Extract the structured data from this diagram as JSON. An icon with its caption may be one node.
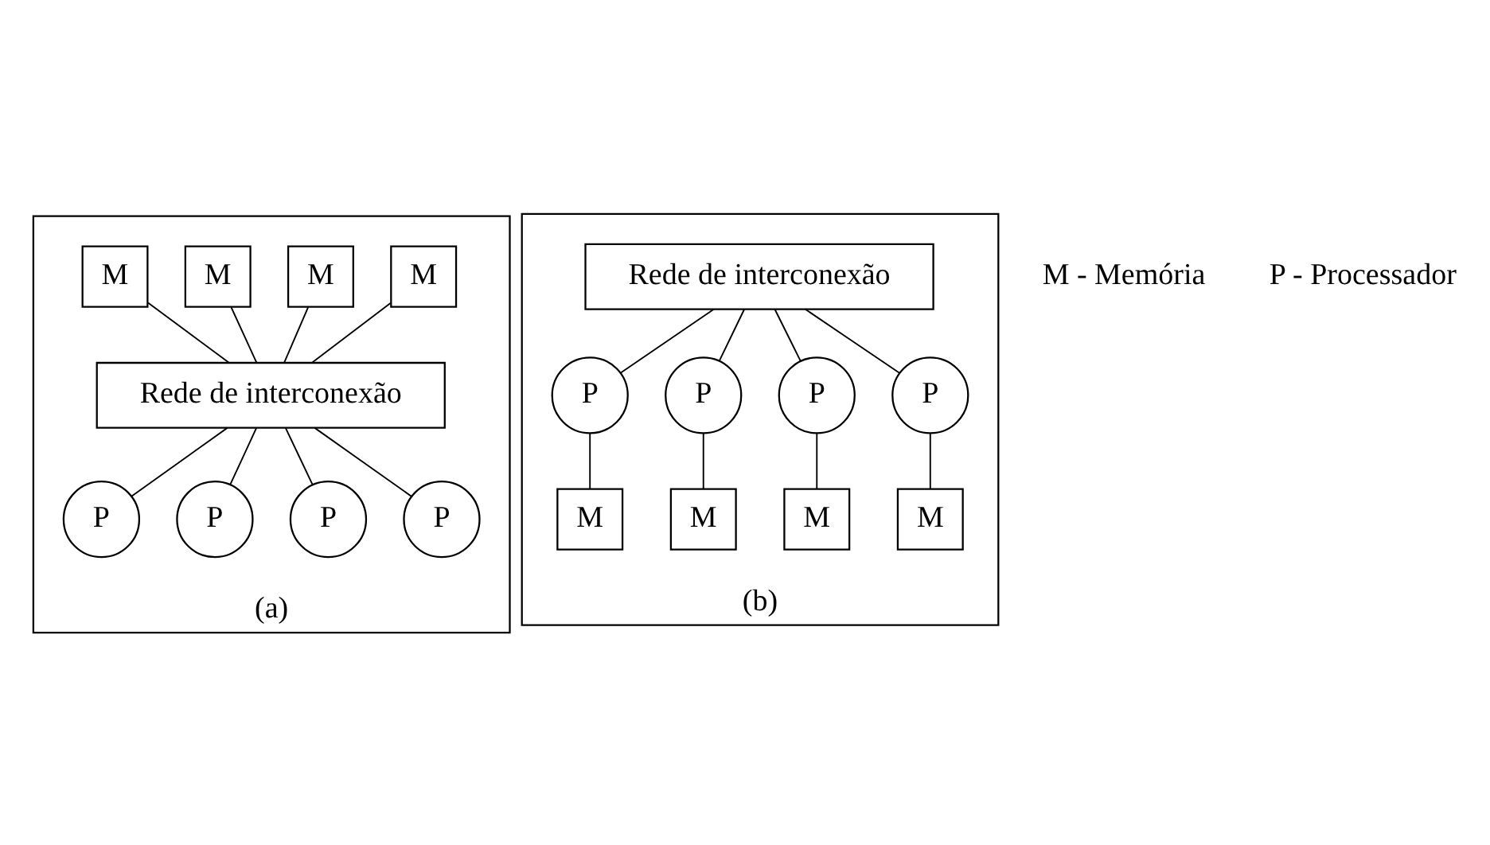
{
  "diagram": {
    "nodes": [
      {
        "text": [
          "(a)"
        ]
      },
      {
        "text": [
          "M"
        ],
        "in": 0
      },
      {
        "text": [
          "M"
        ],
        "in": 0
      },
      {
        "text": [
          "M"
        ],
        "in": 0
      },
      {
        "text": [
          "M"
        ],
        "in": 0
      },
      {
        "text": [
          "Rede de interconexão"
        ],
        "in": 0
      },
      {
        "text": [
          "P"
        ],
        "in": 0
      },
      {
        "text": [
          "P"
        ],
        "in": 0
      },
      {
        "text": [
          "P"
        ],
        "in": 0
      },
      {
        "text": [
          "P"
        ],
        "in": 0
      },
      {
        "text": [
          "(b)"
        ]
      },
      {
        "text": [
          "Rede de interconexão"
        ],
        "in": 10
      },
      {
        "text": [
          "P"
        ],
        "in": 10
      },
      {
        "text": [
          "P"
        ],
        "in": 10
      },
      {
        "text": [
          "P"
        ],
        "in": 10
      },
      {
        "text": [
          "P"
        ],
        "in": 10
      },
      {
        "text": [
          "M"
        ],
        "in": 10
      },
      {
        "text": [
          "M"
        ],
        "in": 10
      },
      {
        "text": [
          "M"
        ],
        "in": 10
      },
      {
        "text": [
          "M"
        ],
        "in": 10
      }
    ],
    "edges": [
      {
        "from": 1,
        "to": 5,
        "arrow": "none"
      },
      {
        "from": 2,
        "to": 5,
        "arrow": "none"
      },
      {
        "from": 3,
        "to": 5,
        "arrow": "none"
      },
      {
        "from": 4,
        "to": 5,
        "arrow": "none"
      },
      {
        "from": 5,
        "to": 6,
        "arrow": "none"
      },
      {
        "from": 5,
        "to": 7,
        "arrow": "none"
      },
      {
        "from": 5,
        "to": 8,
        "arrow": "none"
      },
      {
        "from": 5,
        "to": 9,
        "arrow": "none"
      },
      {
        "from": 11,
        "to": 12,
        "arrow": "none"
      },
      {
        "from": 11,
        "to": 13,
        "arrow": "none"
      },
      {
        "from": 11,
        "to": 14,
        "arrow": "none"
      },
      {
        "from": 11,
        "to": 15,
        "arrow": "none"
      },
      {
        "from": 12,
        "to": 16,
        "arrow": "none"
      },
      {
        "from": 13,
        "to": 17,
        "arrow": "none"
      },
      {
        "from": 14,
        "to": 18,
        "arrow": "none"
      },
      {
        "from": 15,
        "to": 19,
        "arrow": "none"
      }
    ],
    "labels": [
      "M - Memória",
      "P - Processador"
    ]
  }
}
